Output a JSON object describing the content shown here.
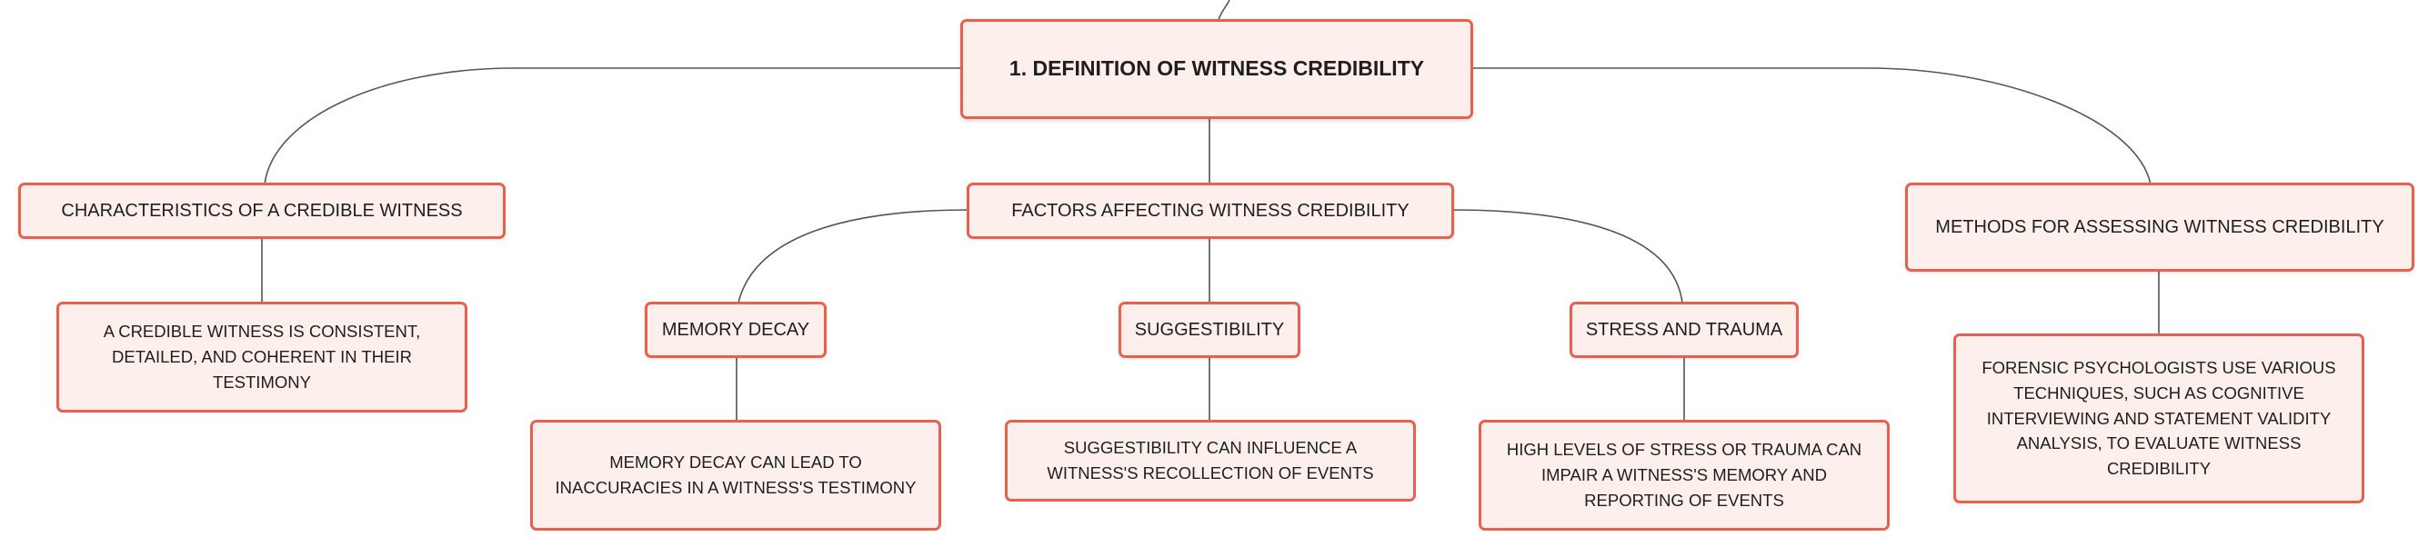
{
  "diagram": {
    "main": {
      "label": "1. Definition of Witness Credibility"
    },
    "characteristics": {
      "label": "Characteristics of a Credible Witness",
      "detail": "A credible witness is consistent, detailed, and coherent in their testimony"
    },
    "factors": {
      "label": "Factors Affecting Witness Credibility",
      "memory_decay": {
        "label": "Memory Decay",
        "detail": "Memory decay can lead to inaccuracies in a witness's testimony"
      },
      "suggestibility": {
        "label": "Suggestibility",
        "detail": "Suggestibility can influence a witness's recollection of events"
      },
      "stress_trauma": {
        "label": "Stress and Trauma",
        "detail": "High levels of stress or trauma can impair a witness's memory and reporting of events"
      }
    },
    "methods": {
      "label": "Methods for Assessing Witness Credibility",
      "detail": "Forensic psychologists use various techniques, such as cognitive interviewing and statement validity analysis, to evaluate witness credibility"
    }
  },
  "colors": {
    "node_border": "#e8614f",
    "node_fill": "#fdf0ec",
    "connector": "#555555",
    "text": "#1e1e1e"
  }
}
